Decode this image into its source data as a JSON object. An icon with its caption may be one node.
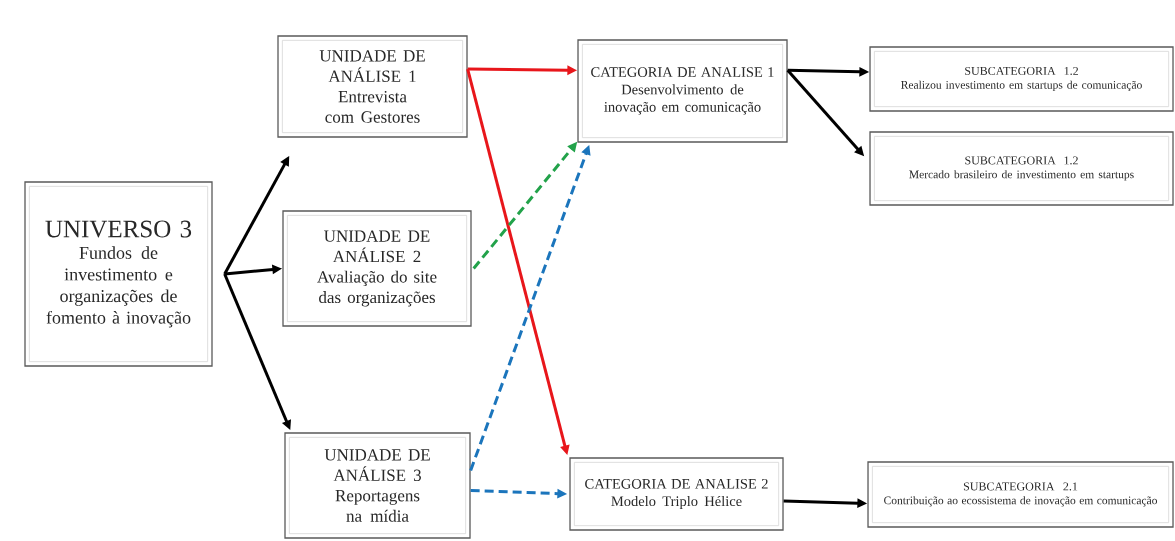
{
  "diagram": {
    "nodes": [
      {
        "text": [
          "UNIVERSO 3",
          "Fundos de investimento e organizações de fomento à inovação"
        ]
      },
      {
        "text": [
          "UNIDADE DE ANÁLISE 1",
          "Entrevista com Gestores"
        ]
      },
      {
        "text": [
          "UNIDADE DE ANÁLISE 2",
          "Avaliação do site das organizações"
        ]
      },
      {
        "text": [
          "UNIDADE DE ANÁLISE 3",
          "Reportagens na mídia"
        ]
      },
      {
        "text": [
          "CATEGORIA DE ANALISE 1",
          "Desenvolvimento de inovação em comunicação"
        ]
      },
      {
        "text": [
          "CATEGORIA DE ANALISE 2",
          "Modelo Triplo Hélice"
        ]
      },
      {
        "text": [
          "SUBCATEGORIA 1.2",
          "Realizou investimento em startups de comunicação"
        ]
      },
      {
        "text": [
          "SUBCATEGORIA 1.2",
          "Mercado brasileiro de investimento em startups"
        ]
      },
      {
        "text": [
          "SUBCATEGORIA 2.1",
          "Contribuição ao ecossistema de inovação em comunicação"
        ]
      }
    ],
    "edges": [
      {
        "from": 0,
        "to": 1,
        "arrow": "to"
      },
      {
        "from": 0,
        "to": 2,
        "arrow": "to"
      },
      {
        "from": 0,
        "to": 3,
        "arrow": "to"
      },
      {
        "from": 1,
        "to": 4,
        "arrow": "to",
        "color": "#e8161b"
      },
      {
        "from": 1,
        "to": 5,
        "arrow": "to",
        "color": "#e8161b"
      },
      {
        "from": 2,
        "to": 4,
        "arrow": "to",
        "style": "dashed",
        "color": "#22a24a"
      },
      {
        "from": 3,
        "to": 4,
        "arrow": "to",
        "style": "dashed",
        "color": "#1b75bc"
      },
      {
        "from": 3,
        "to": 5,
        "arrow": "to",
        "style": "dashed",
        "color": "#1b75bc"
      },
      {
        "from": 4,
        "to": 6,
        "arrow": "to"
      },
      {
        "from": 4,
        "to": 7,
        "arrow": "to"
      },
      {
        "from": 5,
        "to": 8,
        "arrow": "to"
      }
    ]
  }
}
